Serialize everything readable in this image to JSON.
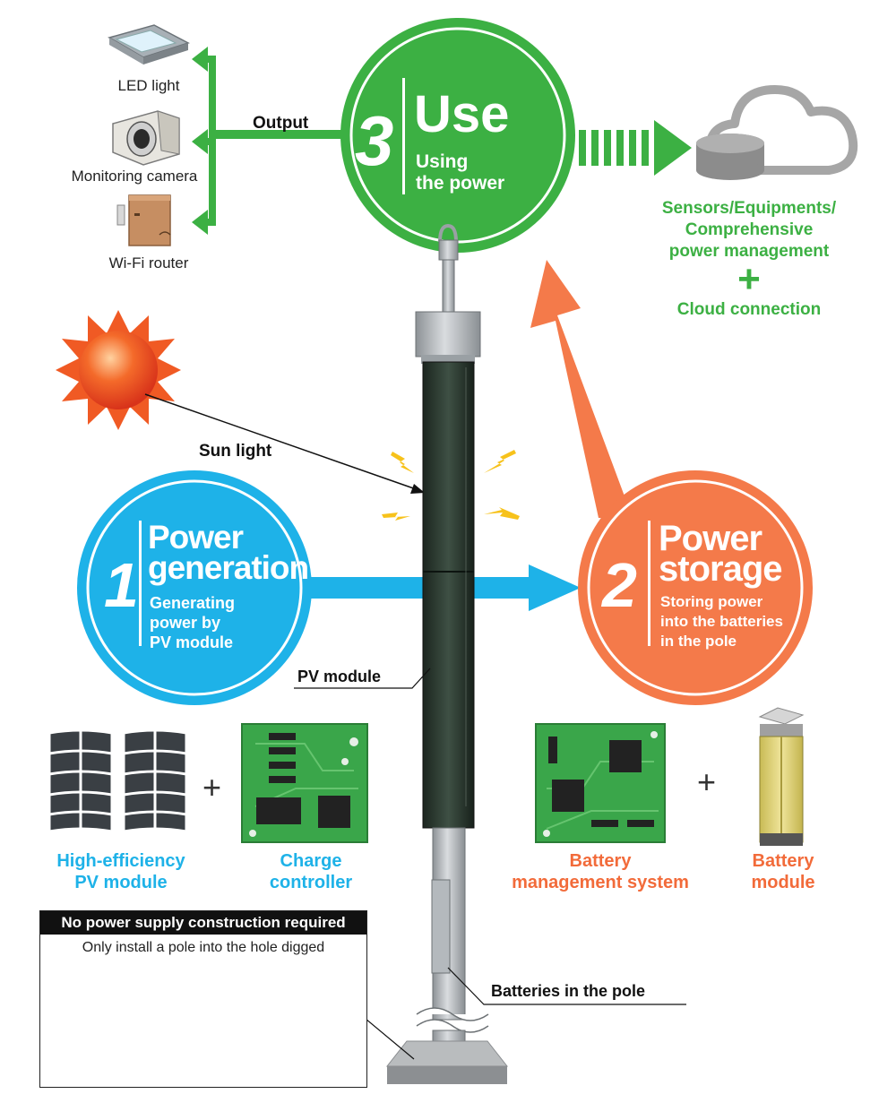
{
  "devices": {
    "led_light": "LED light",
    "monitoring_camera": "Monitoring camera",
    "wifi_router": "Wi-Fi router"
  },
  "output_label": "Output",
  "use_circle": {
    "number": "3",
    "title": "Use",
    "subtitle_1": "Using",
    "subtitle_2": "the power"
  },
  "cloud": {
    "line_1": "Sensors/Equipments/",
    "line_2": "Comprehensive",
    "line_3": "power management",
    "plus": "+",
    "line_4": "Cloud connection"
  },
  "sun_light_label": "Sun light",
  "generation_circle": {
    "number": "1",
    "title_1": "Power",
    "title_2": "generation",
    "subtitle_1": "Generating",
    "subtitle_2": "power by",
    "subtitle_3": "PV module"
  },
  "storage_circle": {
    "number": "2",
    "title_1": "Power",
    "title_2": "storage",
    "subtitle_1": "Storing power",
    "subtitle_2": "into the batteries",
    "subtitle_3": "in the pole"
  },
  "pv_module_label": "PV module",
  "components": {
    "pv_1": "High-efficiency",
    "pv_2": "PV module",
    "charge_1": "Charge",
    "charge_2": "controller",
    "bms_1": "Battery",
    "bms_2": "management system",
    "battery_1": "Battery",
    "battery_2": "module",
    "plus": "+"
  },
  "install": {
    "heading": "No power supply construction required",
    "subheading": "Only install a pole into the hole digged"
  },
  "batteries_label": "Batteries in the pole",
  "colors": {
    "green": "#3cb043",
    "blue": "#1eb2e8",
    "orange": "#f26b3a",
    "pcb": "#3aa64a"
  }
}
